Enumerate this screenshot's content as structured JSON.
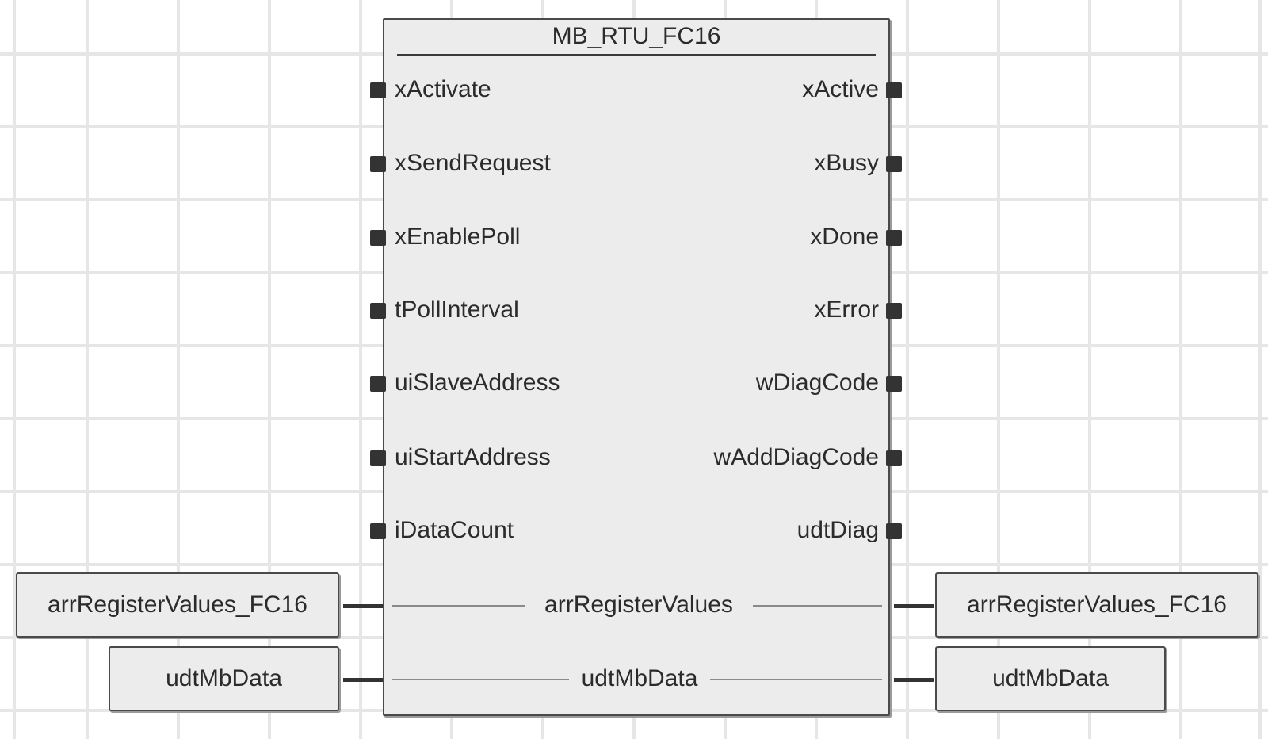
{
  "block": {
    "title": "MB_RTU_FC16",
    "inputs": [
      "xActivate",
      "xSendRequest",
      "xEnablePoll",
      "tPollInterval",
      "uiSlaveAddress",
      "uiStartAddress",
      "iDataCount"
    ],
    "outputs": [
      "xActive",
      "xBusy",
      "xDone",
      "xError",
      "wDiagCode",
      "wAddDiagCode",
      "udtDiag"
    ],
    "inouts": [
      "arrRegisterValues",
      "udtMbData"
    ]
  },
  "connections": {
    "left": [
      "arrRegisterValues_FC16",
      "udtMbData"
    ],
    "right": [
      "arrRegisterValues_FC16",
      "udtMbData"
    ]
  },
  "colors": {
    "background": "#ffffff",
    "grid": "#e6e6e6",
    "block_fill": "#ececec",
    "border": "#4a4a4a",
    "pin": "#333333"
  }
}
